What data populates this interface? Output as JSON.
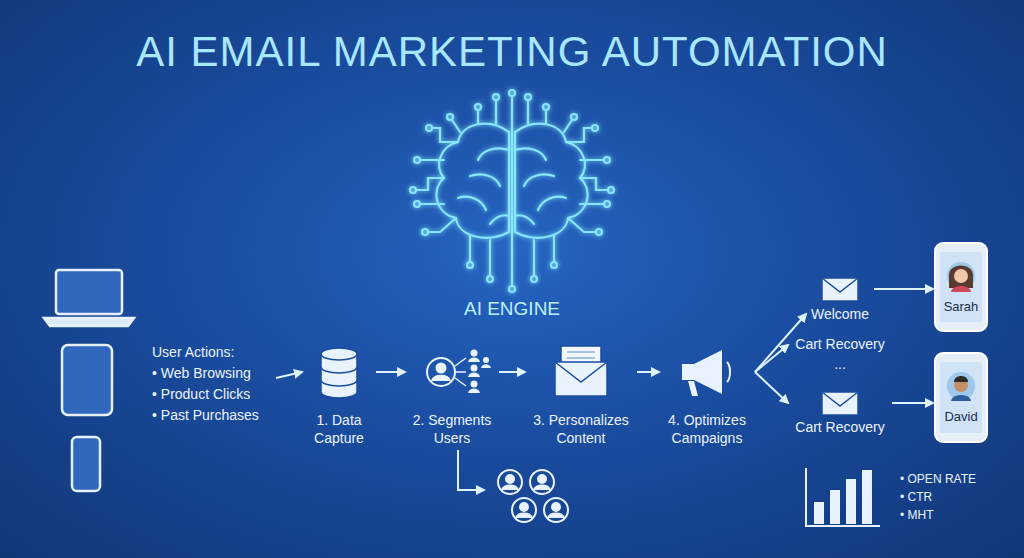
{
  "diagram": {
    "title": "AI EMAIL MARKETING AUTOMATION",
    "nodes": [
      {
        "text": [
          "AI ENGINE"
        ]
      },
      {
        "text": [
          "User Actions:",
          "• Web Browsing",
          "• Product Clicks",
          "• Past Purchases"
        ]
      },
      {
        "text": [
          "1. Data Capture"
        ]
      },
      {
        "text": [
          "2. Segments Users"
        ]
      },
      {
        "text": [
          "3. Personalizes Content"
        ]
      },
      {
        "text": [
          "4. Optimizes Campaigns"
        ]
      },
      {
        "text": [
          "Welcome"
        ]
      },
      {
        "text": [
          "Cart Recovery"
        ]
      },
      {
        "text": [
          "Cart Recovery"
        ]
      },
      {
        "text": [
          "Sarah"
        ]
      },
      {
        "text": [
          "David"
        ]
      }
    ],
    "edges": [
      {
        "from": 1,
        "to": 2,
        "arrow": "to"
      },
      {
        "from": 2,
        "to": 3,
        "arrow": "to"
      },
      {
        "from": 3,
        "to": 4,
        "arrow": "to"
      },
      {
        "from": 4,
        "to": 5,
        "arrow": "to"
      },
      {
        "from": 5,
        "to": 6,
        "arrow": "to"
      },
      {
        "from": 5,
        "to": 7,
        "arrow": "to"
      },
      {
        "from": 5,
        "to": 8,
        "arrow": "to"
      },
      {
        "from": 6,
        "to": 9,
        "arrow": "to"
      },
      {
        "from": 8,
        "to": 10,
        "arrow": "to"
      }
    ],
    "labels": [
      "...",
      "• OPEN RATE",
      "• CTR",
      "• MHT"
    ]
  }
}
